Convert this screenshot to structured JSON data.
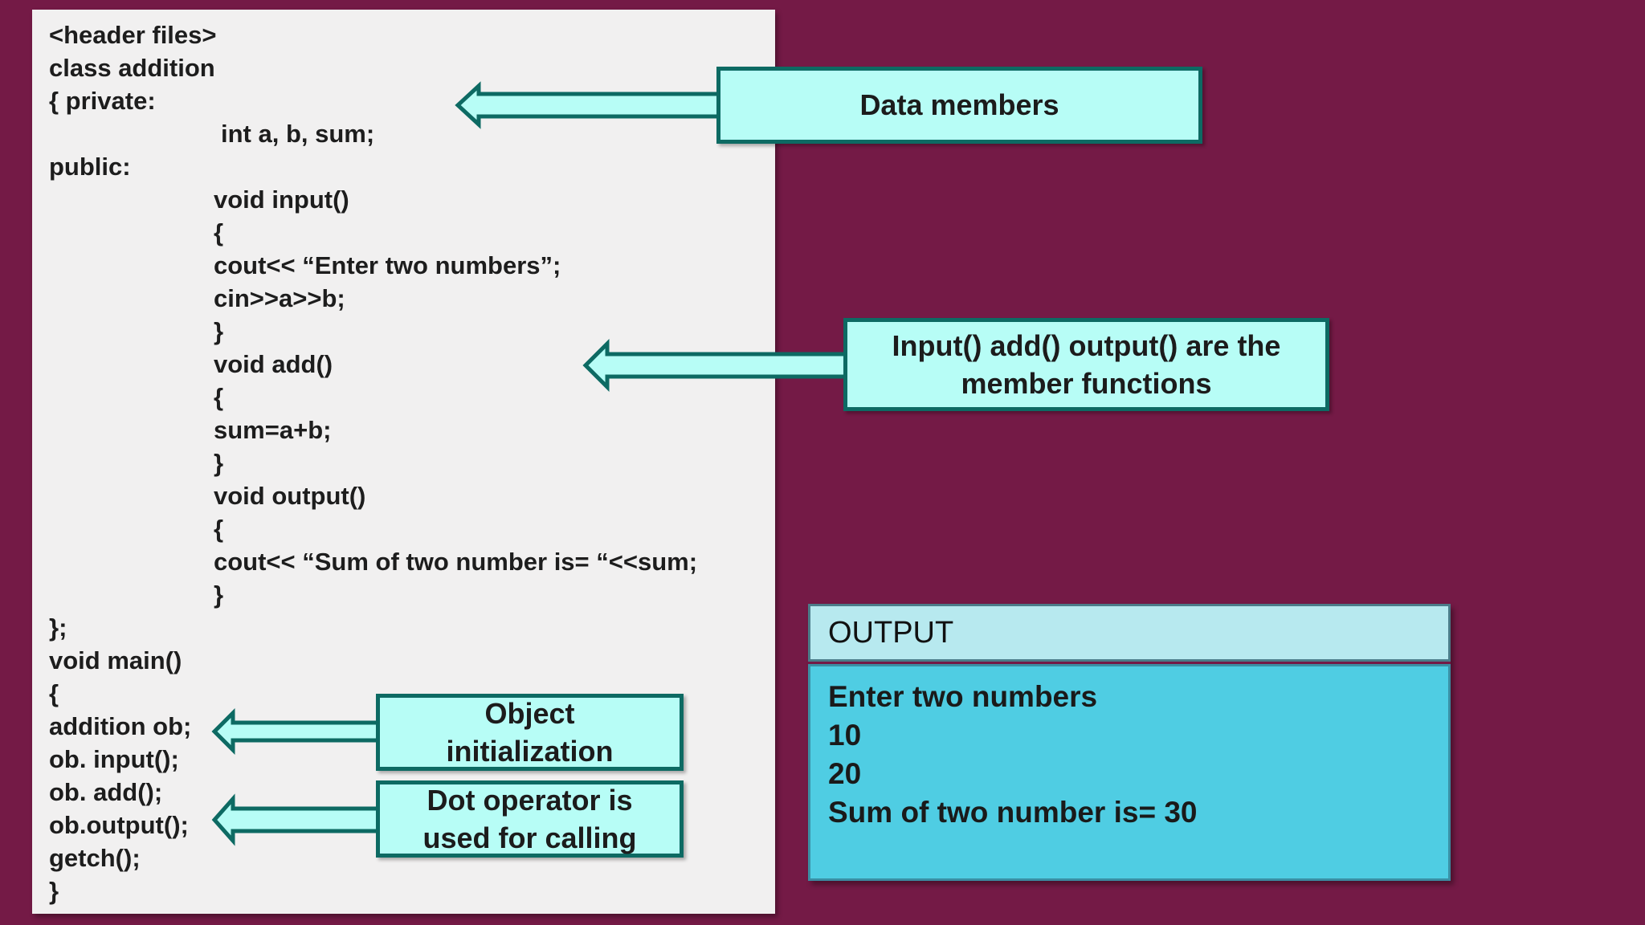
{
  "code": {
    "lines": [
      "<header files>",
      "class addition",
      "{ private:",
      "int a, b, sum;",
      "public:",
      "void input()",
      "{",
      "cout<< “Enter two numbers”;",
      "cin>>a>>b;",
      "}",
      "void add()",
      "{",
      "sum=a+b;",
      "}",
      "void output()",
      "{",
      "cout<< “Sum of two number is= “<<sum;",
      "}",
      "};",
      "void main()",
      "{",
      "addition ob;",
      "ob. input();",
      "ob. add();",
      "ob.output();",
      "getch();",
      "}"
    ]
  },
  "callouts": {
    "data_members": "Data members",
    "member_functions_line1": "Input() add() output() are the",
    "member_functions_line2": "member functions",
    "object_init_line1": "Object",
    "object_init_line2": "initialization",
    "dot_operator_line1": "Dot operator is",
    "dot_operator_line2": "used for calling"
  },
  "output": {
    "title": "OUTPUT",
    "lines": [
      "Enter two numbers",
      "10",
      "20",
      "Sum of two number is= 30"
    ]
  },
  "colors": {
    "background": "#741a46",
    "code_panel": "#f1f0f0",
    "callout_fill": "#b7fdf6",
    "callout_border": "#0d6a63",
    "output_header": "#b7e9ef",
    "output_body": "#4fcde3"
  }
}
